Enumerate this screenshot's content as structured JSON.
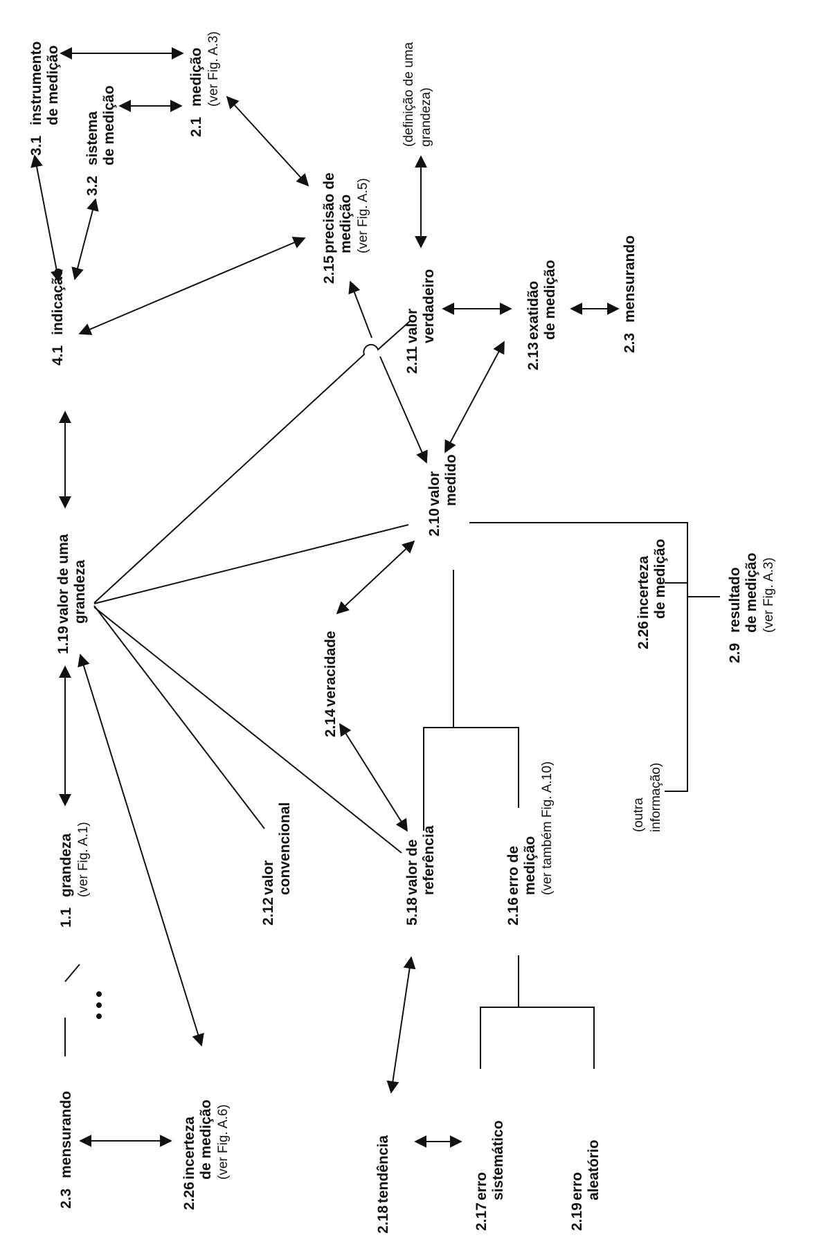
{
  "nodes": {
    "n31": {
      "num": "3.1",
      "l1": "instrumento",
      "l2": "de medição"
    },
    "n32": {
      "num": "3.2",
      "l1": "sistema",
      "l2": "de medição"
    },
    "n21": {
      "num": "2.1",
      "l1": "medição",
      "sub": "(ver Fig. A.3)"
    },
    "n41": {
      "num": "4.1",
      "l1": "indicação"
    },
    "n215": {
      "num": "2.15",
      "l1": "precisão de",
      "l2": "medição",
      "sub": "(ver Fig. A.5)"
    },
    "ndef": {
      "l1": "(definição de uma",
      "l2": "grandeza)"
    },
    "n211": {
      "num": "2.11",
      "l1": "valor",
      "l2": "verdadeiro"
    },
    "n213": {
      "num": "2.13",
      "l1": "exatidão",
      "l2": "de medição"
    },
    "n23b": {
      "num": "2.3",
      "l1": "mensurando"
    },
    "n119": {
      "num": "1.19",
      "l1": "valor de uma",
      "l2": "grandeza"
    },
    "n210": {
      "num": "2.10",
      "l1": "valor",
      "l2": "medido"
    },
    "n226b": {
      "num": "2.26",
      "l1": "incerteza",
      "l2": "de medição"
    },
    "n29": {
      "num": "2.9",
      "l1": "resultado",
      "l2": "de medição",
      "sub": "(ver Fig. A.3)"
    },
    "n214": {
      "num": "2.14",
      "l1": "veracidade"
    },
    "nout": {
      "l1": "(outra",
      "l2": "informação)"
    },
    "n11": {
      "num": "1.1",
      "l1": "grandeza",
      "sub": "(ver Fig. A.1)"
    },
    "n212": {
      "num": "2.12",
      "l1": "valor",
      "l2": "convencional"
    },
    "n518": {
      "num": "5.18",
      "l1": "valor de",
      "l2": "referência"
    },
    "n216": {
      "num": "2.16",
      "l1": "erro de",
      "l2": "medição",
      "sub": "(ver também Fig. A.10)"
    },
    "n23a": {
      "num": "2.3",
      "l1": "mensurando"
    },
    "n226a": {
      "num": "2.26",
      "l1": "incerteza",
      "l2": "de medição",
      "sub": "(ver Fig. A.6)"
    },
    "n218": {
      "num": "2.18",
      "l1": "tendência"
    },
    "n217": {
      "num": "2.17",
      "l1": "erro",
      "l2": "sistemático"
    },
    "n219": {
      "num": "2.19",
      "l1": "erro",
      "l2": "aleatório"
    }
  },
  "colors": {
    "ink": "#111111",
    "background": "#ffffff"
  }
}
